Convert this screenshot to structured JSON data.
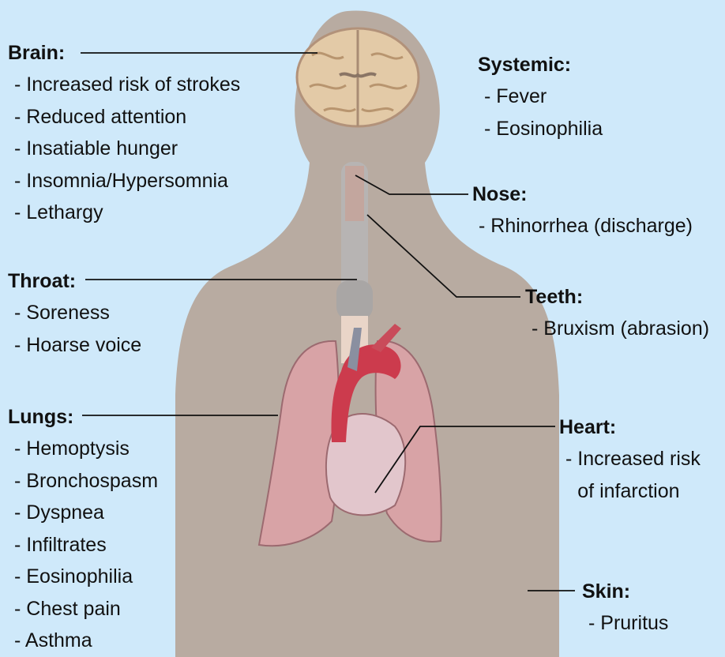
{
  "labels": {
    "brain": {
      "title": "Brain:",
      "items": [
        "Increased risk of strokes",
        "Reduced attention",
        "Insatiable hunger",
        "Insomnia/Hypersomnia",
        "Lethargy"
      ]
    },
    "systemic": {
      "title": "Systemic:",
      "items": [
        "Fever",
        "Eosinophilia"
      ]
    },
    "nose": {
      "title": "Nose:",
      "items": [
        "Rhinorrhea (discharge)"
      ]
    },
    "throat": {
      "title": "Throat:",
      "items": [
        "Soreness",
        "Hoarse voice"
      ]
    },
    "teeth": {
      "title": "Teeth:",
      "items": [
        "Bruxism (abrasion)"
      ]
    },
    "lungs": {
      "title": "Lungs:",
      "items": [
        "Hemoptysis",
        "Bronchospasm",
        "Dyspnea",
        "Infiltrates",
        "Eosinophilia",
        "Chest pain",
        "Asthma"
      ]
    },
    "heart": {
      "title": "Heart:",
      "items": [
        "Increased risk",
        "of infarction"
      ]
    },
    "skin": {
      "title": "Skin:",
      "items": [
        "Pruritus"
      ]
    }
  },
  "colors": {
    "background": "#cfe9fa",
    "body_silhouette": "#b8aba1",
    "lung_tissue": "#d8a3a6",
    "heart_tissue": "#e2c6cc",
    "aorta": "#cc3b4d",
    "brain_tissue": "#e3caa7",
    "trachea": "#b7b4b3",
    "leader_line": "#111111"
  }
}
